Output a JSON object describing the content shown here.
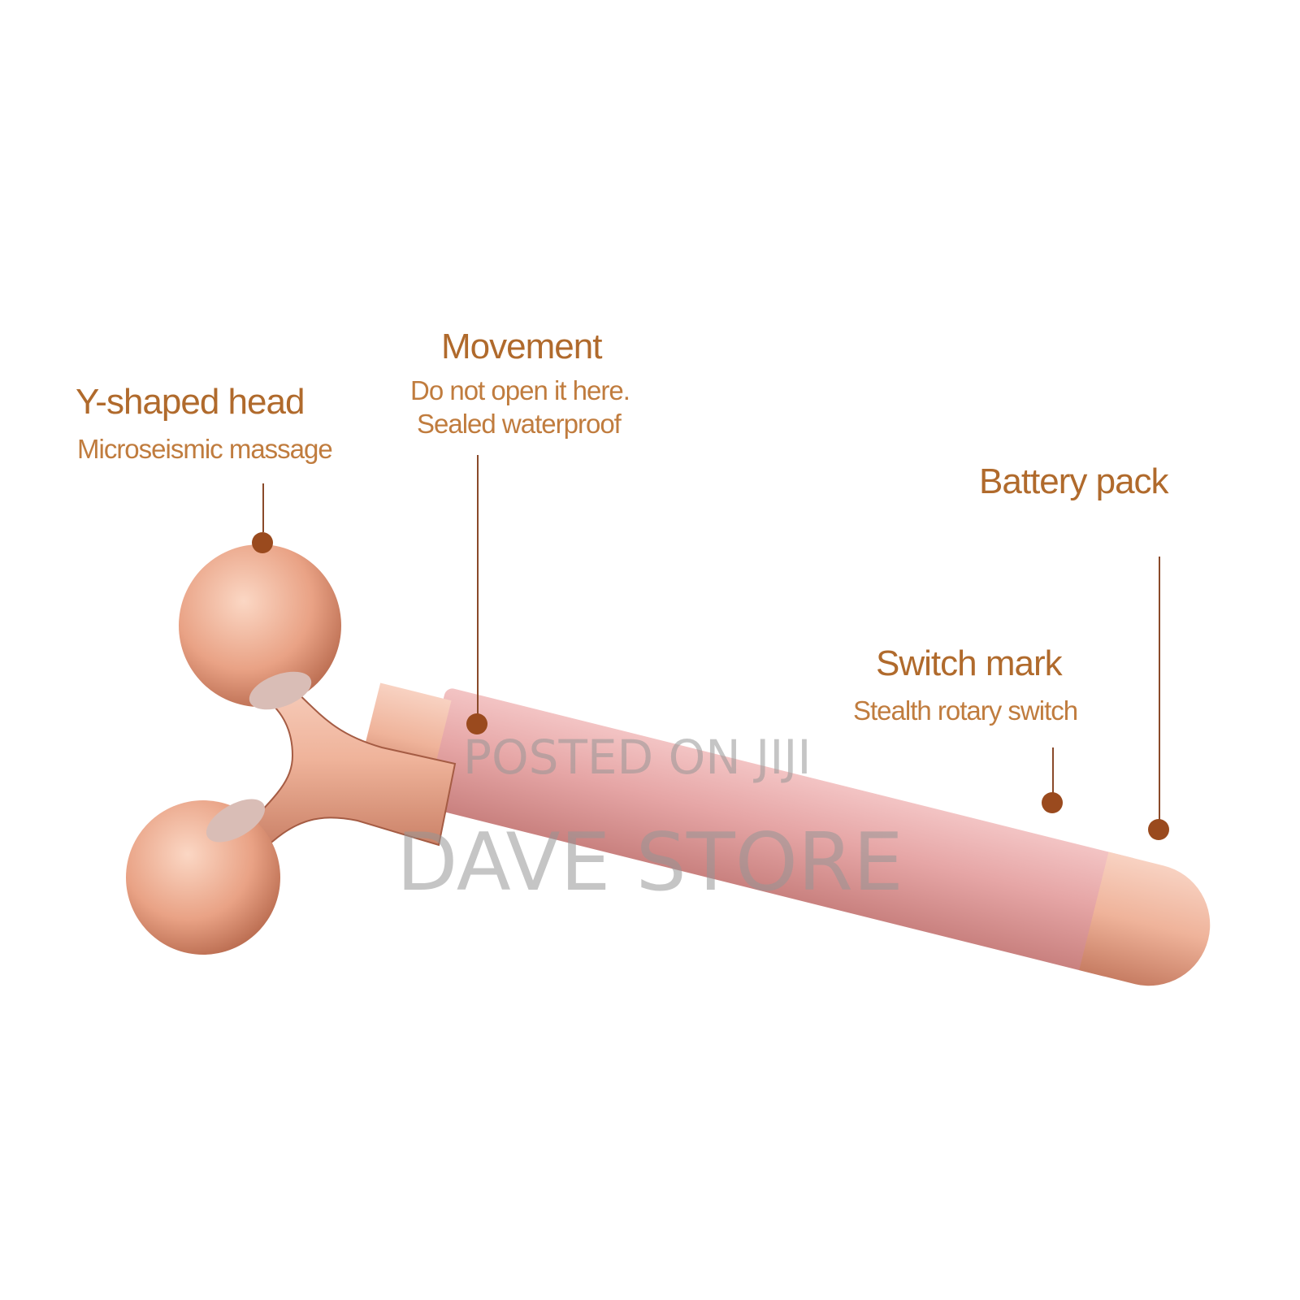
{
  "callouts": [
    {
      "id": "y-head",
      "title": "Y-shaped head",
      "subtitle": "Microseismic massage"
    },
    {
      "id": "movement",
      "title": "Movement",
      "subtitle_lines": [
        "Do not open it here.",
        "Sealed waterproof"
      ]
    },
    {
      "id": "battery",
      "title": "Battery pack"
    },
    {
      "id": "switch",
      "title": "Switch mark",
      "subtitle": "Stealth rotary switch"
    }
  ],
  "watermark": {
    "line1": "POSTED ON JIJI",
    "line2": "DAVE STORE"
  },
  "colors": {
    "label": "#b06a2c",
    "dot": "#9a4a1e",
    "body": "#e7a9a8",
    "metal": "#e7a27e"
  }
}
